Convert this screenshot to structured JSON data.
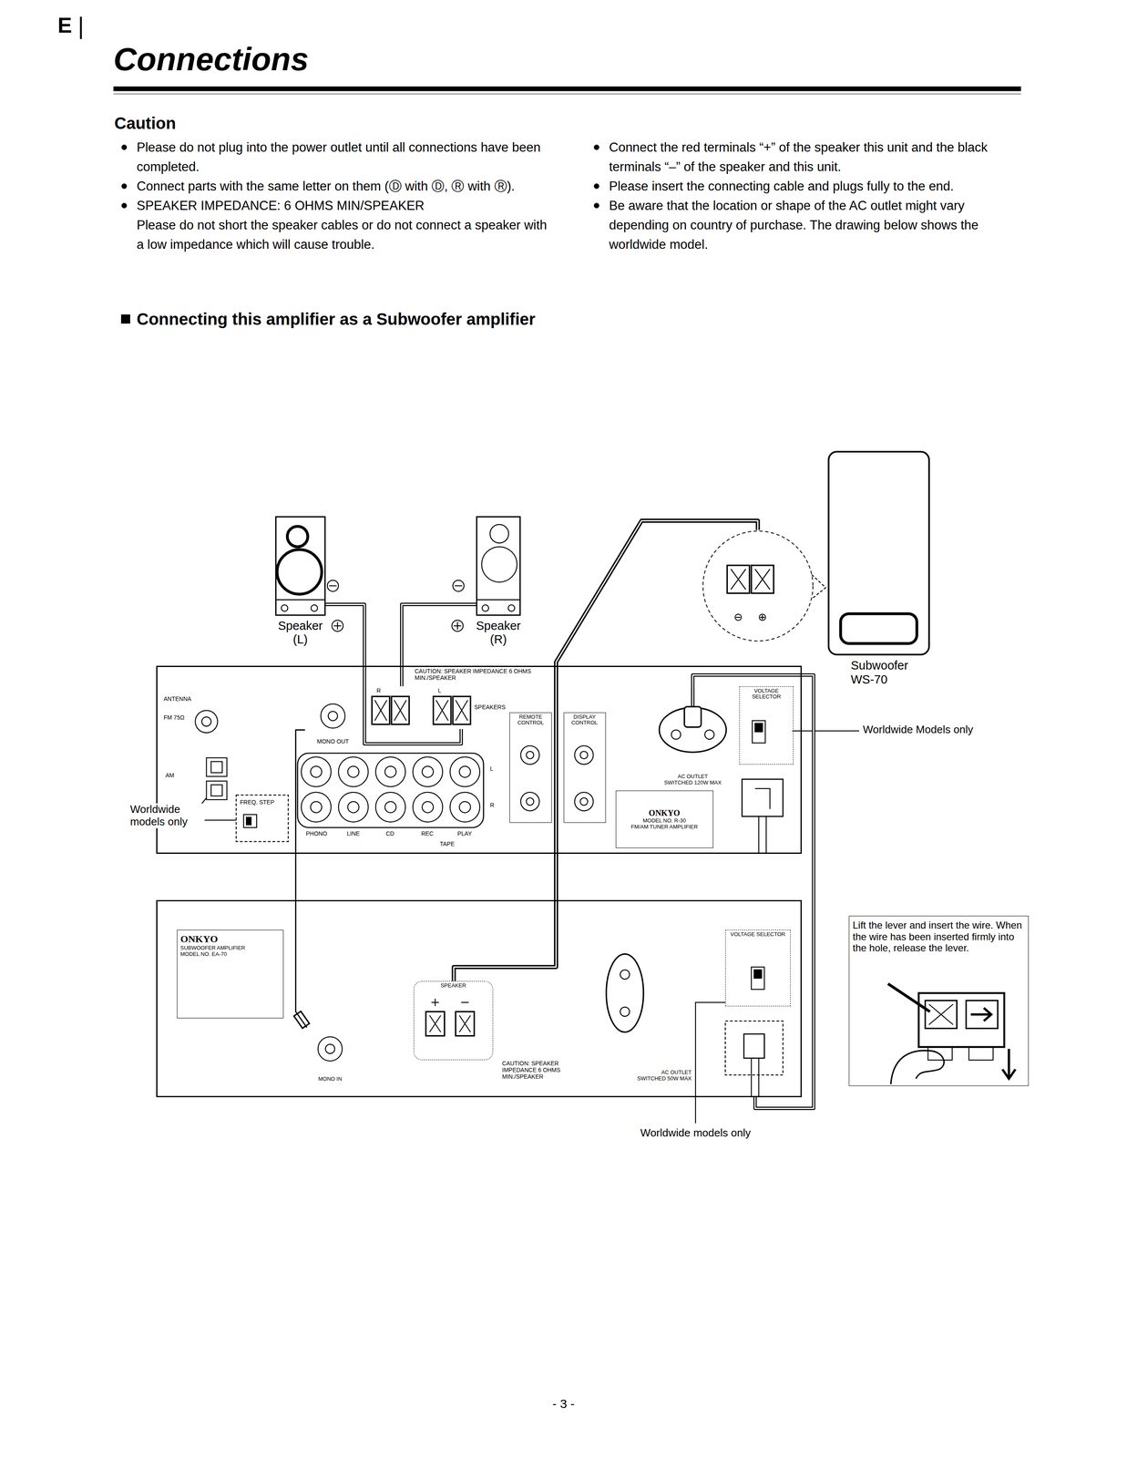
{
  "diagram": {
    "title": "Connections",
    "nodes": [
      {
        "text": [
          "Speaker (L)"
        ]
      },
      {
        "text": [
          "Speaker (R)"
        ]
      },
      {
        "text": [
          "⊖",
          "⊕"
        ]
      },
      {
        "text": [
          "Subwoofer WS-70"
        ]
      },
      {
        "text": [
          "ANTENNA",
          "FM 75Ω",
          "AM",
          "CAUTION: SPEAKER IMPEDANCE 6 OHMS MIN./SPEAKER",
          "FREQ. STEP",
          "PHONO",
          "LINE",
          "CD",
          "REC",
          "PLAY",
          "TAPE",
          "L",
          "R"
        ]
      },
      {
        "text": [
          "SPEAKERS",
          "R",
          "L"
        ],
        "in": 4
      },
      {
        "text": [
          "MONO OUT"
        ],
        "in": 4
      },
      {
        "text": [
          "REMOTE CONTROL"
        ],
        "in": 4
      },
      {
        "text": [
          "DISPLAY CONTROL"
        ],
        "in": 4
      },
      {
        "text": [
          "VOLTAGE SELECTOR"
        ],
        "in": 4
      },
      {
        "text": [
          "AC OUTLET",
          "SWITCHED 120W MAX"
        ],
        "in": 4
      },
      {
        "text": [
          "ONKYO",
          "MODEL NO. R-30",
          "FM/AM TUNER AMPLIFIER"
        ],
        "in": 4
      },
      {
        "text": [
          "CAUTION: SPEAKER IMPEDANCE 6 OHMS MIN./SPEAKER"
        ]
      },
      {
        "text": [
          "ONKYO",
          "SUBWOOFER AMPLIFIER",
          "MODEL NO. EA-70"
        ],
        "in": 12
      },
      {
        "text": [
          "SPEAKER"
        ],
        "in": 12
      },
      {
        "text": [
          "AC OUTLET",
          "SWITCHED 50W MAX"
        ],
        "in": 12
      },
      {
        "text": [
          "VOLTAGE SELECTOR"
        ],
        "in": 12
      },
      {
        "text": [
          "MONO IN"
        ],
        "in": 12
      },
      {
        "text": [
          "Lift the lever and insert the wire. When the wire has been inserted firmly into the hole, release the lever."
        ]
      }
    ],
    "edges": [
      {
        "from": 0,
        "to": 5,
        "arrow": "none"
      },
      {
        "from": 1,
        "to": 5,
        "arrow": "none"
      },
      {
        "from": 6,
        "to": 17,
        "arrow": "none"
      },
      {
        "from": 14,
        "to": 2,
        "arrow": "none"
      },
      {
        "from": 12,
        "to": 10,
        "arrow": "none"
      }
    ],
    "labels": [
      "E",
      "Caution",
      "Please do not plug into the power outlet until all connections have been completed.",
      "Connect parts with the same letter on them (Ⓓ with Ⓓ, Ⓡ with Ⓡ).",
      "SPEAKER IMPEDANCE: 6 OHMS MIN/SPEAKER",
      "Please do not short the speaker cables or do not connect a speaker with a low impedance which will cause trouble.",
      "Connect the red terminals “+” of the speaker this unit and the black terminals “–” of the speaker and this unit.",
      "Please insert the connecting cable and plugs fully to the end.",
      "Be aware that the location or shape of the AC outlet might vary depending on country of purchase. The drawing below shows the worldwide model.",
      "Connecting this amplifier as a Subwoofer amplifier",
      "Worldwide Models only",
      "Worldwide models only",
      "Worldwide models only",
      "- 3 -"
    ]
  }
}
